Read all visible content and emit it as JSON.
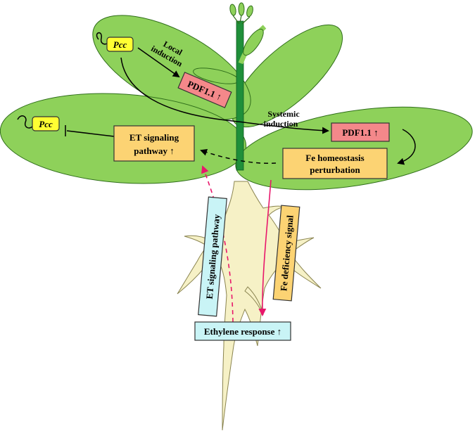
{
  "labels": {
    "pcc_top": "Pcc",
    "pcc_left": "Pcc",
    "local_induction_line1": "Local",
    "local_induction_line2": "induction",
    "systemic_induction_line1": "Systemic",
    "systemic_induction_line2": "induction",
    "pdf_local": "PDF1.1 ↑",
    "pdf_systemic": "PDF1.1 ↑",
    "et_pathway_line1": "ET signaling",
    "et_pathway_line2": "pathway ↑",
    "fe_homeostasis_line1": "Fe homeostasis",
    "fe_homeostasis_line2": "perturbation",
    "et_signaling_vertical": "ET signaling pathway",
    "fe_deficiency_vertical": "Fe deficiency signal",
    "ethylene_response": "Ethylene response ↑"
  },
  "colors": {
    "leaf": "#8ed15a",
    "leaf_outline": "#2f6e1a",
    "stem": "#1f8f3a",
    "root": "#f6f1c6",
    "pcc_box": "#ffff33",
    "pdf_box": "#f4888a",
    "et_box": "#fcd373",
    "cyan_box": "#c9f4f6",
    "magenta_arrow": "#e8176b"
  }
}
